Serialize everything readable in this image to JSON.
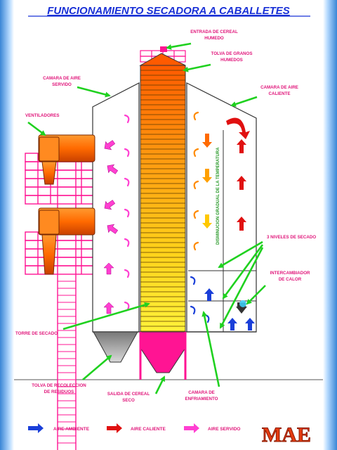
{
  "title": "FUNCIONAMIENTO SECADORA A CABALLETES",
  "labels": {
    "entrada": [
      "ENTRADA DE CEREAL",
      "HUMEDO"
    ],
    "tolva_humedos": [
      "TOLVA DE GRANOS",
      "HUMEDOS"
    ],
    "camara_servido": [
      "CAMARA DE AIRE",
      "SERVIDO"
    ],
    "camara_caliente": [
      "CAMARA DE AIRE",
      "CALIENTE"
    ],
    "ventiladores": [
      "VENTILADORES"
    ],
    "niveles": [
      "3 NIVELES DE SECADO"
    ],
    "intercambiador": [
      "INTERCAMBIADOR",
      "DE CALOR"
    ],
    "torre": [
      "TORRE DE SECADO"
    ],
    "tolva_residuos": [
      "TOLVA DE RECOLECCION",
      "DE RESIDUOS"
    ],
    "salida": [
      "SALIDA DE CEREAL",
      "SECO"
    ],
    "enfriamiento": [
      "CAMARA DE",
      "ENFRIAMIENTO"
    ]
  },
  "vertical_text": "DISMINUCION GRADUAL DE LA TEMPERATURA",
  "legend": [
    {
      "label": "AIRE AMBIENTE",
      "color": "#1a3fd9"
    },
    {
      "label": "AIRE CALIENTE",
      "color": "#e01010"
    },
    {
      "label": "AIRE SERVIDO",
      "color": "#ff3fd1"
    }
  ],
  "logo": "MAE",
  "colors": {
    "title": "#1930d6",
    "label": "#e0157a",
    "pointer": "#1fd11f",
    "frame": "#ff1493",
    "fan": "#ff6a00",
    "outline": "#333333"
  }
}
